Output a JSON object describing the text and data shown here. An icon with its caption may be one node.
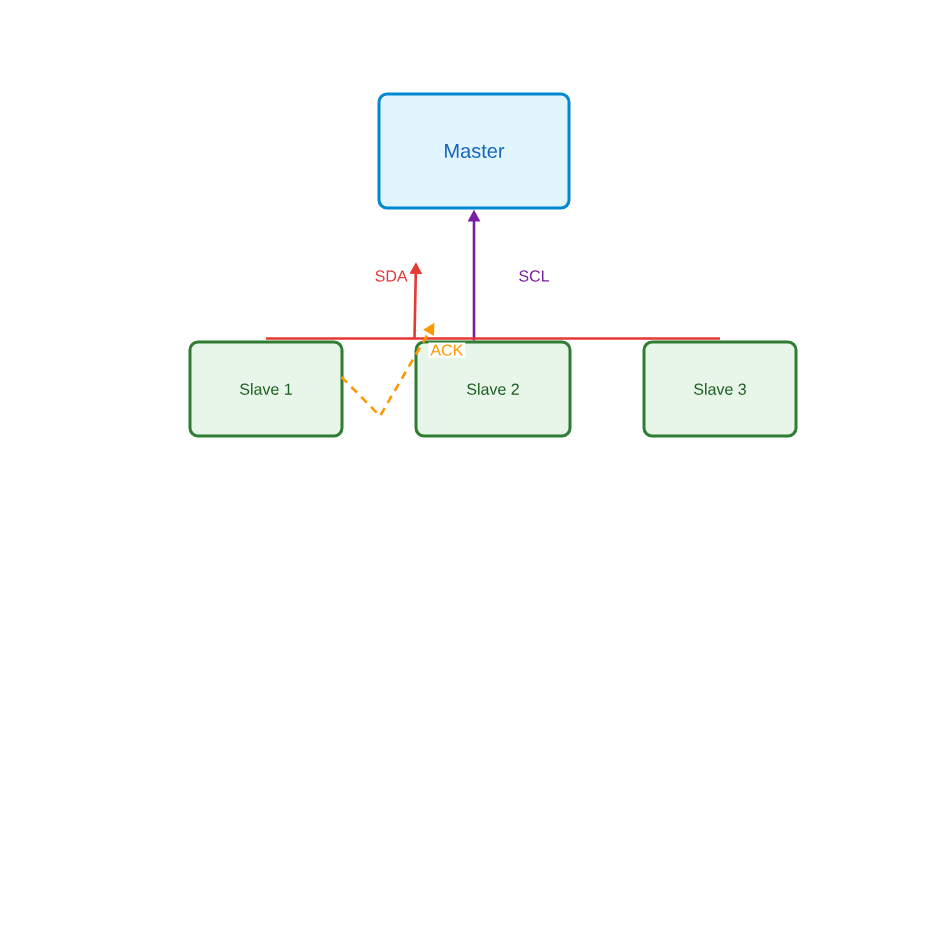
{
  "diagram": {
    "nodes": [
      {
        "text": [
          "Master"
        ]
      },
      {
        "text": [
          "Slave 1"
        ]
      },
      {
        "text": [
          "Slave 2"
        ]
      },
      {
        "text": [
          "Slave 3"
        ]
      }
    ],
    "edges": [
      {
        "from": 2,
        "to": 0,
        "arrow": "to",
        "label": "SCL",
        "color": "#7b1fa2"
      },
      {
        "from": 2,
        "to": null,
        "arrow": "to",
        "label": "SDA"
      },
      {
        "from": 1,
        "to": 2,
        "arrow": "none"
      },
      {
        "from": 2,
        "to": 3,
        "arrow": "none"
      },
      {
        "from": 1,
        "to": 2,
        "arrow": "to",
        "label": "ACK",
        "style": "dashed",
        "color": "#ff9800"
      }
    ]
  }
}
